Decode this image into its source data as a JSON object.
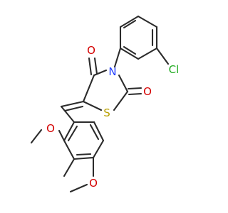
{
  "atoms": {
    "o_carbonyl_top": {
      "label": "O",
      "color": "#d40000"
    },
    "n_imide": {
      "label": "N",
      "color": "#1f3cff"
    },
    "cl": {
      "label": "Cl",
      "color": "#1faa1f"
    },
    "o_carbonyl_right": {
      "label": "O",
      "color": "#d40000"
    },
    "s_ring": {
      "label": "S",
      "color": "#b8a000"
    },
    "o_methoxy_upper": {
      "label": "O",
      "color": "#d40000"
    },
    "o_methoxy_lower": {
      "label": "O",
      "color": "#d40000"
    }
  }
}
